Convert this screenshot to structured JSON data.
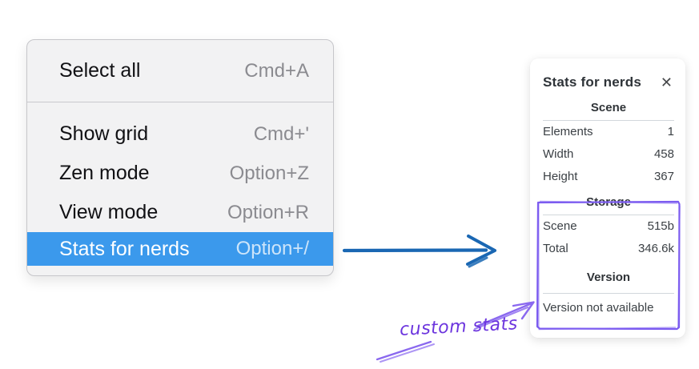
{
  "menu": {
    "items": [
      {
        "label": "Select all",
        "shortcut": "Cmd+A",
        "selected": false
      },
      {
        "label": "Show grid",
        "shortcut": "Cmd+'",
        "selected": false
      },
      {
        "label": "Zen mode",
        "shortcut": "Option+Z",
        "selected": false
      },
      {
        "label": "View mode",
        "shortcut": "Option+R",
        "selected": false
      },
      {
        "label": "Stats for nerds",
        "shortcut": "Option+/",
        "selected": true
      }
    ],
    "highlight_color": "#3b99ec"
  },
  "stats_panel": {
    "title": "Stats for nerds",
    "close_icon": "✕",
    "scene_section": {
      "header": "Scene",
      "rows": [
        {
          "label": "Elements",
          "value": "1"
        },
        {
          "label": "Width",
          "value": "458"
        },
        {
          "label": "Height",
          "value": "367"
        }
      ]
    },
    "storage_section": {
      "header": "Storage",
      "rows": [
        {
          "label": "Scene",
          "value": "515b"
        },
        {
          "label": "Total",
          "value": "346.6k"
        }
      ]
    },
    "version_section": {
      "header": "Version",
      "note": "Version not available"
    }
  },
  "annotation": {
    "label": "custom stats",
    "text_color": "#6c35de",
    "stroke_color": "#8a68ef",
    "box_color": "#7c5cf0"
  },
  "pointer_arrow": {
    "color": "#1a67b3"
  }
}
